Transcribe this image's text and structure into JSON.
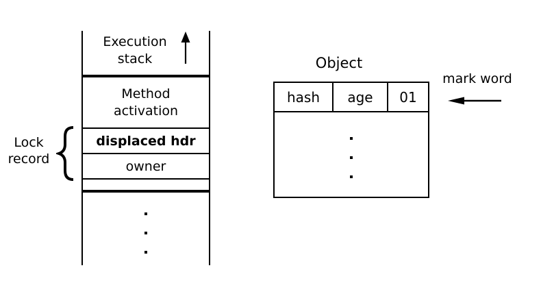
{
  "colors": {
    "ink": "#000000",
    "background": "#ffffff"
  },
  "execution_stack": {
    "title_line1": "Execution",
    "title_line2": "stack",
    "method_activation_line1": "Method",
    "method_activation_line2": "activation",
    "displaced_hdr_cell": "displaced hdr",
    "owner_cell": "owner",
    "ellipsis_dots": [
      ".",
      ".",
      "."
    ]
  },
  "lock_record": {
    "label_line1": "Lock",
    "label_line2": "record"
  },
  "object": {
    "title": "Object",
    "mark_word_cells": [
      "hash",
      "age",
      "01"
    ],
    "ellipsis_dots": [
      ".",
      ".",
      "."
    ]
  },
  "mark_word_label": "mark word"
}
